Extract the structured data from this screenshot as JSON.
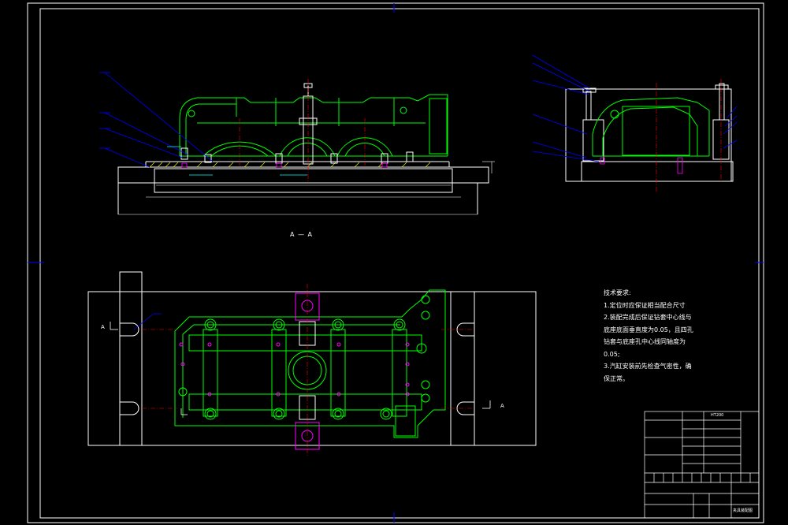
{
  "section_label": "A — A",
  "cut_marks": {
    "left": "A",
    "right": "A"
  },
  "tech_requirements": {
    "heading": "技术要求:",
    "lines": [
      "1.定位时应保证相当配合尺寸",
      "2.装配完成后保证钻套中心线与",
      "底座底面垂直度为0.05，且四孔",
      "钻套与底座孔中心线同轴度为",
      "0.05;",
      "3.汽缸安装前先检查气密性，确",
      "保正常。"
    ]
  },
  "title_block": {
    "material": "HT200",
    "title": "夹具装配图"
  },
  "colors": {
    "background": "#000000",
    "frame": "#ffffff",
    "part": "#00ff00",
    "leader": "#0000ff",
    "center": "#ff0000",
    "hole": "#ff00ff",
    "cyan": "#00ffff",
    "yellow": "#ffff00"
  }
}
